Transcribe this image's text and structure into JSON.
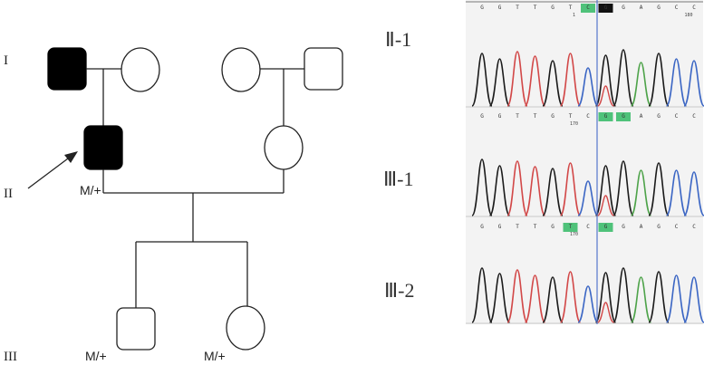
{
  "pedigree": {
    "generations": [
      "I",
      "II",
      "III"
    ],
    "genotype_labels": {
      "ii1": "M/+",
      "iii1": "M/+",
      "iii2": "M/+"
    }
  },
  "chromatograms": {
    "panels": [
      {
        "label": "Ⅱ-1",
        "sequence": [
          "G",
          "G",
          "T",
          "T",
          "G",
          "T",
          "C",
          "G",
          "G",
          "A",
          "G",
          "C",
          "C"
        ],
        "positions": [
          "1",
          "180"
        ],
        "highlight": [
          6,
          7
        ],
        "dark": [
          7
        ]
      },
      {
        "label": "Ⅲ-1",
        "sequence": [
          "G",
          "G",
          "T",
          "T",
          "G",
          "T",
          "C",
          "G",
          "G",
          "A",
          "G",
          "C",
          "C"
        ],
        "positions": [
          "170"
        ],
        "highlight": [
          7,
          8
        ],
        "dark": []
      },
      {
        "label": "Ⅲ-2",
        "sequence": [
          "G",
          "G",
          "T",
          "T",
          "G",
          "T",
          "C",
          "G",
          "G",
          "A",
          "G",
          "C",
          "C"
        ],
        "positions": [
          "170"
        ],
        "highlight": [
          5,
          7
        ],
        "dark": []
      }
    ],
    "colors": {
      "A": "#4ea34a",
      "C": "#3b66c4",
      "G": "#1b1b1b",
      "T": "#d24848",
      "highlight": "#4fc27a",
      "marker": "#5577cc",
      "background": "#f3f3f3"
    }
  }
}
